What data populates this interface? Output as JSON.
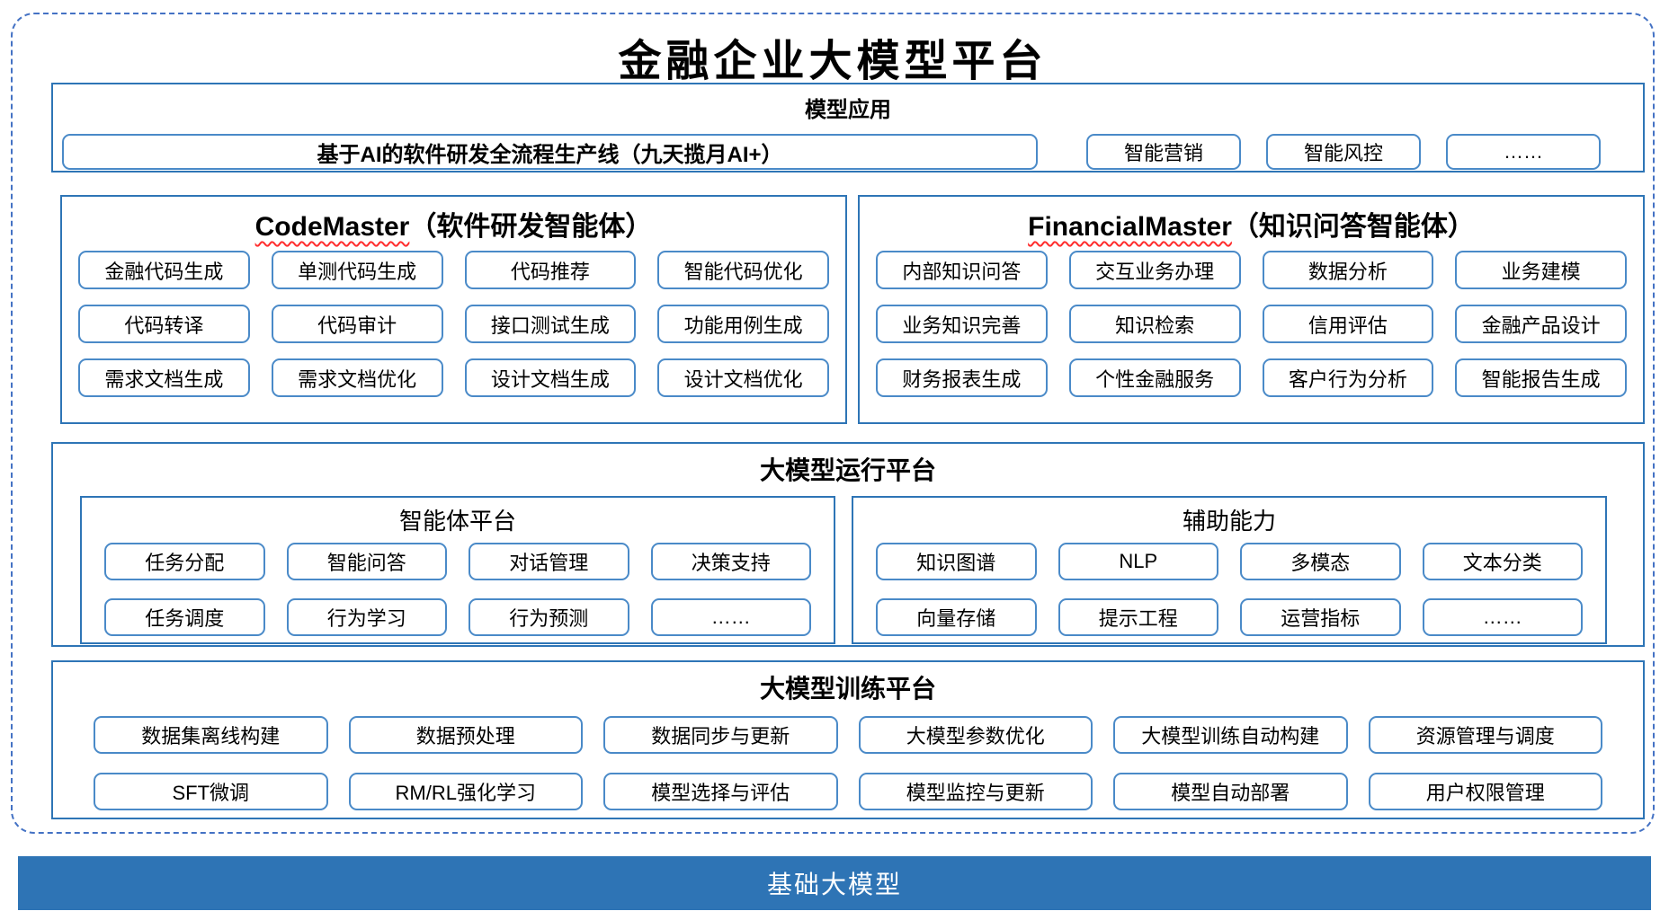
{
  "palette": {
    "outline": "#4472C4",
    "section_border": "#2E75B6",
    "chip_border": "#4A8AC8",
    "bar_bg": "#2E74B5",
    "squiggle": "#FF2D2D",
    "text": "#000000",
    "bar_text": "#FFFFFF"
  },
  "page": {
    "title": "金融企业大模型平台",
    "footer_bar": "基础大模型"
  },
  "sections": {
    "model_app": {
      "title": "模型应用",
      "pipeline": "基于AI的软件研发全流程生产线（九天揽月AI+）",
      "items": [
        "智能营销",
        "智能风控",
        "……"
      ]
    },
    "code_master": {
      "title_en": "CodeMaster",
      "title_zh": "（软件研发智能体）",
      "items": [
        "金融代码生成",
        "单测代码生成",
        "代码推荐",
        "智能代码优化",
        "代码转译",
        "代码审计",
        "接口测试生成",
        "功能用例生成",
        "需求文档生成",
        "需求文档优化",
        "设计文档生成",
        "设计文档优化"
      ]
    },
    "financial_master": {
      "title_en": "FinancialMaster",
      "title_zh": "（知识问答智能体）",
      "items": [
        "内部知识问答",
        "交互业务办理",
        "数据分析",
        "业务建模",
        "业务知识完善",
        "知识检索",
        "信用评估",
        "金融产品设计",
        "财务报表生成",
        "个性金融服务",
        "客户行为分析",
        "智能报告生成"
      ]
    },
    "runtime": {
      "title": "大模型运行平台",
      "groups": [
        {
          "title": "智能体平台",
          "items": [
            "任务分配",
            "智能问答",
            "对话管理",
            "决策支持",
            "任务调度",
            "行为学习",
            "行为预测",
            "……"
          ]
        },
        {
          "title": "辅助能力",
          "items": [
            "知识图谱",
            "NLP",
            "多模态",
            "文本分类",
            "向量存储",
            "提示工程",
            "运营指标",
            "……"
          ]
        }
      ]
    },
    "training": {
      "title": "大模型训练平台",
      "items": [
        "数据集离线构建",
        "数据预处理",
        "数据同步与更新",
        "大模型参数优化",
        "大模型训练自动构建",
        "资源管理与调度",
        "SFT微调",
        "RM/RL强化学习",
        "模型选择与评估",
        "模型监控与更新",
        "模型自动部署",
        "用户权限管理"
      ]
    }
  }
}
